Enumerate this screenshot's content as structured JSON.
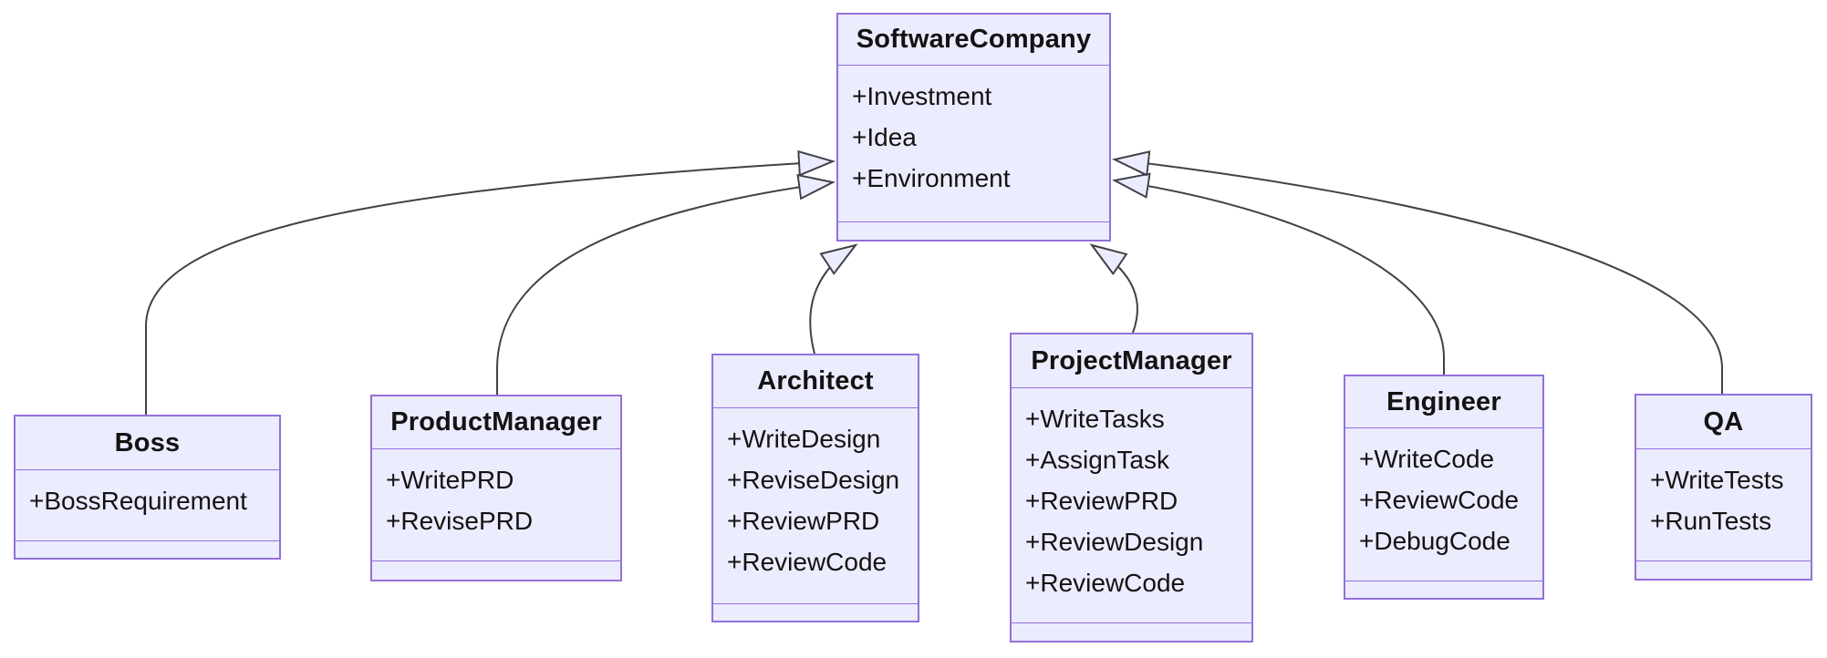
{
  "diagram": {
    "type": "uml-class-diagram",
    "classes": [
      {
        "id": "SoftwareCompany",
        "name": "SoftwareCompany",
        "attributes": [
          "+Investment",
          "+Idea",
          "+Environment"
        ],
        "methods": []
      },
      {
        "id": "Boss",
        "name": "Boss",
        "attributes": [
          "+BossRequirement"
        ],
        "methods": []
      },
      {
        "id": "ProductManager",
        "name": "ProductManager",
        "attributes": [
          "+WritePRD",
          "+RevisePRD"
        ],
        "methods": []
      },
      {
        "id": "Architect",
        "name": "Architect",
        "attributes": [
          "+WriteDesign",
          "+ReviseDesign",
          "+ReviewPRD",
          "+ReviewCode"
        ],
        "methods": []
      },
      {
        "id": "ProjectManager",
        "name": "ProjectManager",
        "attributes": [
          "+WriteTasks",
          "+AssignTask",
          "+ReviewPRD",
          "+ReviewDesign",
          "+ReviewCode"
        ],
        "methods": []
      },
      {
        "id": "Engineer",
        "name": "Engineer",
        "attributes": [
          "+WriteCode",
          "+ReviewCode",
          "+DebugCode"
        ],
        "methods": []
      },
      {
        "id": "QA",
        "name": "QA",
        "attributes": [
          "+WriteTests",
          "+RunTests"
        ],
        "methods": []
      }
    ],
    "relationships": [
      {
        "from": "Boss",
        "to": "SoftwareCompany",
        "type": "inheritance"
      },
      {
        "from": "ProductManager",
        "to": "SoftwareCompany",
        "type": "inheritance"
      },
      {
        "from": "Architect",
        "to": "SoftwareCompany",
        "type": "inheritance"
      },
      {
        "from": "ProjectManager",
        "to": "SoftwareCompany",
        "type": "inheritance"
      },
      {
        "from": "Engineer",
        "to": "SoftwareCompany",
        "type": "inheritance"
      },
      {
        "from": "QA",
        "to": "SoftwareCompany",
        "type": "inheritance"
      }
    ],
    "colors": {
      "node_fill": "#ECECFF",
      "node_border": "#9370DB",
      "edge": "#404048",
      "text": "#131313",
      "background": "#FFFFFF"
    }
  }
}
